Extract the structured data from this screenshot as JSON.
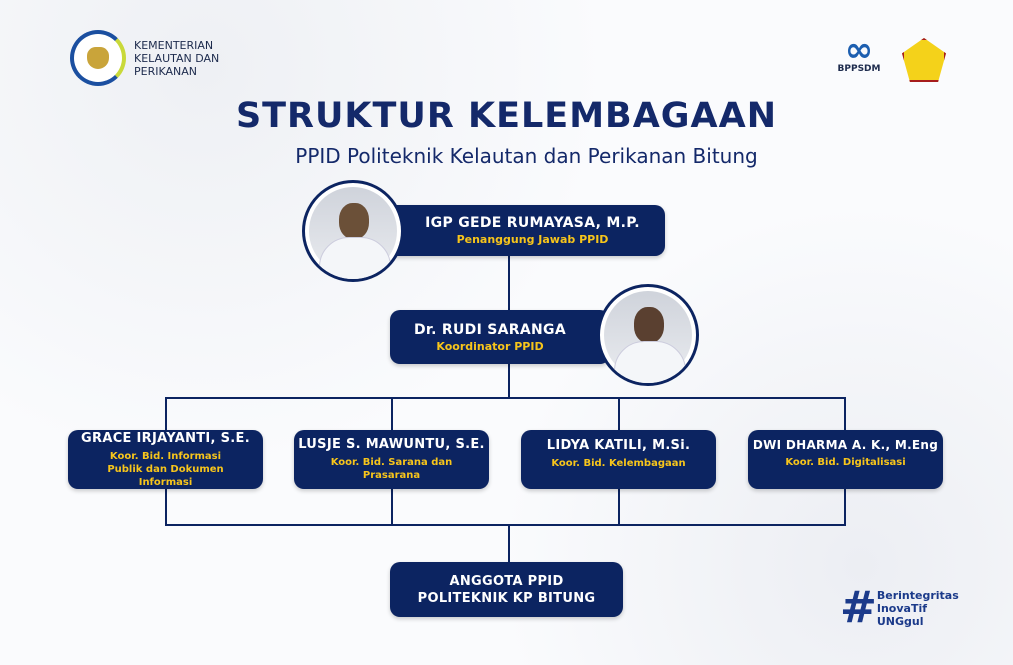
{
  "header": {
    "ministry_logo_text": [
      "KEMENTERIAN",
      "KELAUTAN DAN",
      "PERIKANAN"
    ],
    "bppsdm_logo": "BPPSDM"
  },
  "title": "STRUKTUR KELEMBAGAAN",
  "subtitle": "PPID Politeknik Kelautan dan Perikanan Bitung",
  "chart": {
    "head": {
      "name": "IGP GEDE RUMAYASA, M.P.",
      "role": "Penanggung Jawab PPID"
    },
    "coordinator": {
      "name": "Dr. RUDI SARANGA",
      "role": "Koordinator PPID"
    },
    "members": [
      {
        "name": "GRACE IRJAYANTI, S.E.",
        "role": "Koor. Bid. Informasi Publik dan Dokumen Informasi"
      },
      {
        "name": "LUSJE S. MAWUNTU, S.E.",
        "role": "Koor. Bid. Sarana dan Prasarana"
      },
      {
        "name": "LIDYA KATILI, M.Si.",
        "role": "Koor. Bid. Kelembagaan"
      },
      {
        "name": "DWI DHARMA A. K., M.Eng",
        "role": "Koor. Bid. Digitalisasi"
      }
    ],
    "bottom": {
      "line1": "ANGGOTA PPID",
      "line2": "POLITEKNIK KP BITUNG"
    }
  },
  "tagline": {
    "hash": "#",
    "l1": "Berintegritas",
    "l2": "InovaTif",
    "l3": "UNGgul"
  },
  "colors": {
    "navy": "#0c2461",
    "yellow": "#f7c51b"
  }
}
